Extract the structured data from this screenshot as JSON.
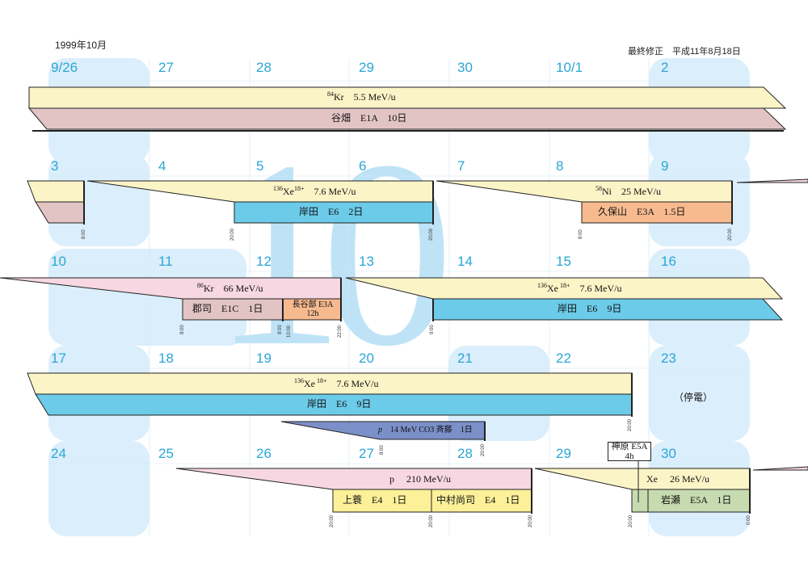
{
  "header": {
    "month_title": "1999年10月",
    "revision": "最終修正　平成11年8月18日",
    "big_number": "10"
  },
  "weeks": [
    [
      "9/26",
      "27",
      "28",
      "29",
      "30",
      "10/1",
      "2"
    ],
    [
      "3",
      "4",
      "5",
      "6",
      "7",
      "8",
      "9"
    ],
    [
      "10",
      "11",
      "12",
      "13",
      "14",
      "15",
      "16"
    ],
    [
      "17",
      "18",
      "19",
      "20",
      "21",
      "22",
      "23"
    ],
    [
      "24",
      "25",
      "26",
      "27",
      "28",
      "29",
      "30"
    ]
  ],
  "events": {
    "w1_beam": {
      "sup": "84",
      "ion": "Kr",
      "rest": "　5.5 MeV/u"
    },
    "w1_exp": "谷畑　E1A　10日",
    "w2_beam1": {
      "sup": "136",
      "ion": "Xe",
      "sup2": "18+",
      "rest": "　7.6 MeV/u"
    },
    "w2_exp1": "岸田　E6　2日",
    "w2_beam2": {
      "sup": "58",
      "ion": "Ni",
      "rest": "　25 MeV/u"
    },
    "w2_exp2": "久保山　E3A　1.5日",
    "w3_beam1": {
      "sup": "86",
      "ion": "Kr",
      "rest": "　66 MeV/u"
    },
    "w3_exp1": "郡司　E1C　1日",
    "w3_exp2_line1": "長谷部 E3A",
    "w3_exp2_line2": "12h",
    "w3_beam2": {
      "sup": "136",
      "ion": "Xe",
      "sup2": " 18+",
      "rest": "　7.6 MeV/u"
    },
    "w3_exp3": "岸田　E6　9日",
    "w4_beam": {
      "sup": "136",
      "ion": "Xe",
      "sup2": " 18+",
      "rest": "　7.6 MeV/u"
    },
    "w4_exp": "岸田　E6　9日",
    "w4_outage": "（停電）",
    "w4_proton": {
      "p": "p",
      "rest": "　14 MeV CO3 斉藤　1日"
    },
    "w5_beam1": "p　 210 MeV/u",
    "w5_exp1": "上蓑　E4　1日",
    "w5_exp2": "中村尚司　E4　1日",
    "w5_beam2": "Xe　 26 MeV/u",
    "w5_exp3": "岩瀬　E5A　1日",
    "w5_box_line1": "神原 E5A",
    "w5_box_line2": "4h"
  },
  "times": {
    "w2": [
      "8:00",
      "20:00",
      "20:00",
      "8:00",
      "20:00"
    ],
    "w3": [
      "8:00",
      "8:00",
      "10:00",
      "22:00",
      "9:00"
    ],
    "w4": [
      "20:00",
      "8:00",
      "20:00"
    ],
    "w5": [
      "20:00",
      "20:00",
      "20:00",
      "20:00",
      "0:00"
    ]
  },
  "colors": {
    "day_number": "#2aa6d6",
    "column_highlight": "#dbeefb",
    "beam_yellow": "#fbf4c7",
    "exp_mauve": "#e3c4c4",
    "exp_blue": "#6ccbe9",
    "exp_orange": "#f7ba8f",
    "beam_pink": "#f6d7e2",
    "exp_yellow": "#fcf099",
    "exp_slate": "#7b8fc8",
    "exp_green": "#c7dbb0"
  }
}
